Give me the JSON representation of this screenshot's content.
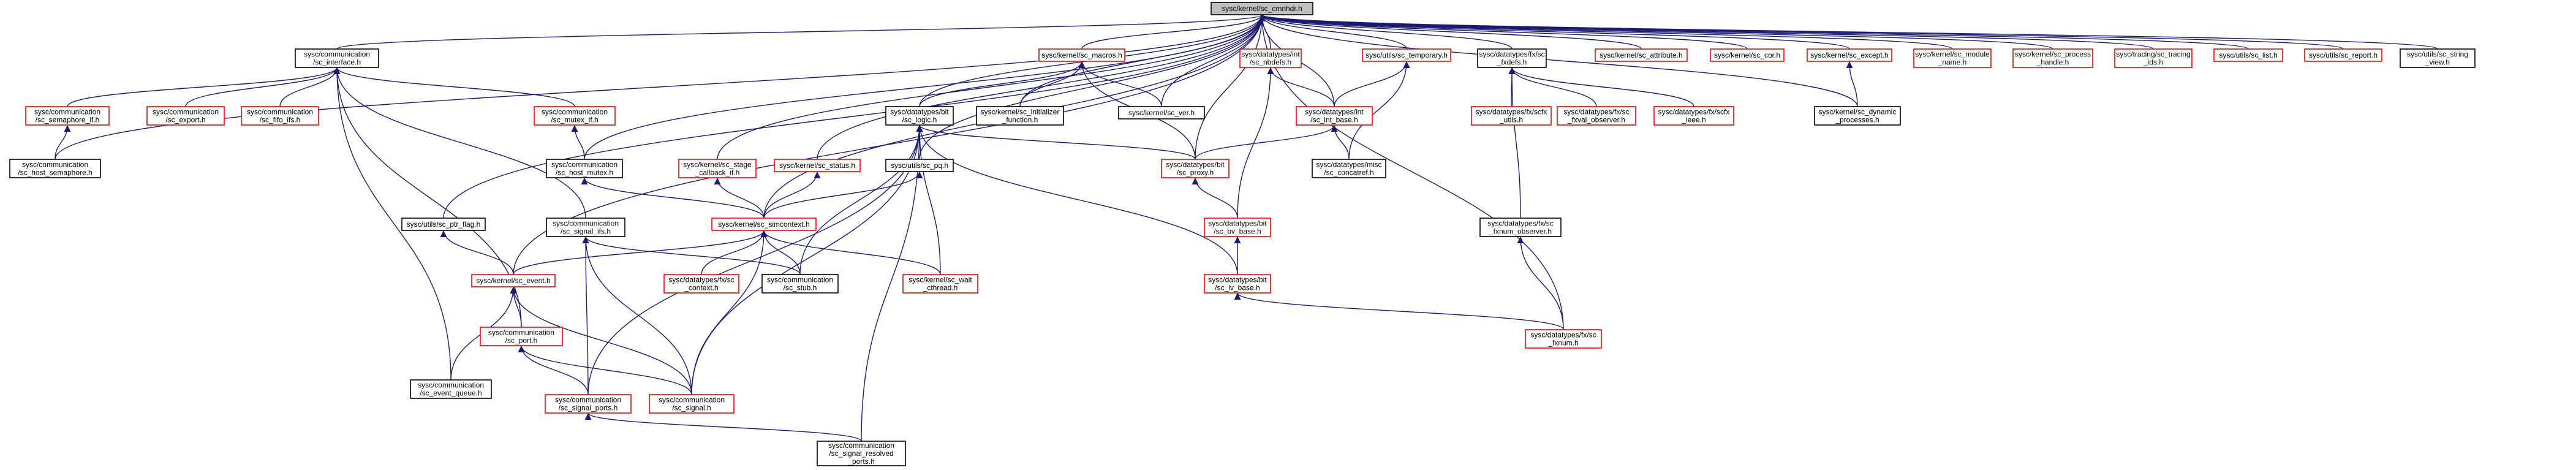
{
  "graph": {
    "root": "n_root",
    "arrow_color": "#191970",
    "border_colors": {
      "normal": "#000000",
      "missing": "#ff0000",
      "root_fill": "#bfbfbf"
    },
    "nodes": [
      {
        "id": "n_root",
        "lines": [
          "sysc/kernel/sc_cmnhdr.h"
        ],
        "style": "root"
      },
      {
        "id": "n_iface",
        "lines": [
          "sysc/communication",
          "/sc_interface.h"
        ],
        "style": "black"
      },
      {
        "id": "n_macros",
        "lines": [
          "sysc/kernel/sc_macros.h"
        ],
        "style": "red"
      },
      {
        "id": "n_nbdefs",
        "lines": [
          "sysc/datatypes/int",
          "/sc_nbdefs.h"
        ],
        "style": "red"
      },
      {
        "id": "n_temp",
        "lines": [
          "sysc/utils/sc_temporary.h"
        ],
        "style": "red"
      },
      {
        "id": "n_fxdefs",
        "lines": [
          "sysc/datatypes/fx/sc",
          "_fxdefs.h"
        ],
        "style": "black"
      },
      {
        "id": "n_attr",
        "lines": [
          "sysc/kernel/sc_attribute.h"
        ],
        "style": "red"
      },
      {
        "id": "n_cor",
        "lines": [
          "sysc/kernel/sc_cor.h"
        ],
        "style": "red"
      },
      {
        "id": "n_except",
        "lines": [
          "sysc/kernel/sc_except.h"
        ],
        "style": "red"
      },
      {
        "id": "n_modname",
        "lines": [
          "sysc/kernel/sc_module",
          "_name.h"
        ],
        "style": "red"
      },
      {
        "id": "n_prochandle",
        "lines": [
          "sysc/kernel/sc_process",
          "_handle.h"
        ],
        "style": "red"
      },
      {
        "id": "n_tracing",
        "lines": [
          "sysc/tracing/sc_tracing",
          "_ids.h"
        ],
        "style": "red"
      },
      {
        "id": "n_list",
        "lines": [
          "sysc/utils/sc_list.h"
        ],
        "style": "red"
      },
      {
        "id": "n_report",
        "lines": [
          "sysc/utils/sc_report.h"
        ],
        "style": "red"
      },
      {
        "id": "n_strview",
        "lines": [
          "sysc/utils/sc_string",
          "_view.h"
        ],
        "style": "black"
      },
      {
        "id": "n_semif",
        "lines": [
          "sysc/communication",
          "/sc_semaphore_if.h"
        ],
        "style": "red"
      },
      {
        "id": "n_export",
        "lines": [
          "sysc/communication",
          "/sc_export.h"
        ],
        "style": "red"
      },
      {
        "id": "n_fifoifs",
        "lines": [
          "sysc/communication",
          "/sc_fifo_ifs.h"
        ],
        "style": "red"
      },
      {
        "id": "n_mutexif",
        "lines": [
          "sysc/communication",
          "/sc_mutex_if.h"
        ],
        "style": "red"
      },
      {
        "id": "n_logic",
        "lines": [
          "sysc/datatypes/bit",
          "/sc_logic.h"
        ],
        "style": "black"
      },
      {
        "id": "n_initfn",
        "lines": [
          "sysc/kernel/sc_initializer",
          "_function.h"
        ],
        "style": "black"
      },
      {
        "id": "n_ver",
        "lines": [
          "sysc/kernel/sc_ver.h"
        ],
        "style": "black"
      },
      {
        "id": "n_intbase",
        "lines": [
          "sysc/datatypes/int",
          "/sc_int_base.h"
        ],
        "style": "red"
      },
      {
        "id": "n_fxutils",
        "lines": [
          "sysc/datatypes/fx/scfx",
          "_utils.h"
        ],
        "style": "red"
      },
      {
        "id": "n_fxvalobs",
        "lines": [
          "sysc/datatypes/fx/sc",
          "_fxval_observer.h"
        ],
        "style": "red"
      },
      {
        "id": "n_scfxieee",
        "lines": [
          "sysc/datatypes/fx/scfx",
          "_ieee.h"
        ],
        "style": "red"
      },
      {
        "id": "n_dynproc",
        "lines": [
          "sysc/kernel/sc_dynamic",
          "_processes.h"
        ],
        "style": "black"
      },
      {
        "id": "n_hostsem",
        "lines": [
          "sysc/communication",
          "/sc_host_semaphore.h"
        ],
        "style": "black"
      },
      {
        "id": "n_hostmutex",
        "lines": [
          "sysc/communication",
          "/sc_host_mutex.h"
        ],
        "style": "black"
      },
      {
        "id": "n_stagecb",
        "lines": [
          "sysc/kernel/sc_stage",
          "_callback_if.h"
        ],
        "style": "red"
      },
      {
        "id": "n_status",
        "lines": [
          "sysc/kernel/sc_status.h"
        ],
        "style": "red"
      },
      {
        "id": "n_pq",
        "lines": [
          "sysc/utils/sc_pq.h"
        ],
        "style": "black"
      },
      {
        "id": "n_proxy",
        "lines": [
          "sysc/datatypes/bit",
          "/sc_proxy.h"
        ],
        "style": "red"
      },
      {
        "id": "n_concatref",
        "lines": [
          "sysc/datatypes/misc",
          "/sc_concatref.h"
        ],
        "style": "black"
      },
      {
        "id": "n_ptrflag",
        "lines": [
          "sysc/utils/sc_ptr_flag.h"
        ],
        "style": "black"
      },
      {
        "id": "n_signalifs",
        "lines": [
          "sysc/communication",
          "/sc_signal_ifs.h"
        ],
        "style": "black"
      },
      {
        "id": "n_simctx",
        "lines": [
          "sysc/kernel/sc_simcontext.h"
        ],
        "style": "red"
      },
      {
        "id": "n_bvbase",
        "lines": [
          "sysc/datatypes/bit",
          "/sc_bv_base.h"
        ],
        "style": "red"
      },
      {
        "id": "n_fxnumobs",
        "lines": [
          "sysc/datatypes/fx/sc",
          "_fxnum_observer.h"
        ],
        "style": "black"
      },
      {
        "id": "n_event",
        "lines": [
          "sysc/kernel/sc_event.h"
        ],
        "style": "red"
      },
      {
        "id": "n_fxctx",
        "lines": [
          "sysc/datatypes/fx/sc",
          "_context.h"
        ],
        "style": "red"
      },
      {
        "id": "n_stub",
        "lines": [
          "sysc/communication",
          "/sc_stub.h"
        ],
        "style": "black"
      },
      {
        "id": "n_waitcth",
        "lines": [
          "sysc/kernel/sc_wait",
          "_cthread.h"
        ],
        "style": "red"
      },
      {
        "id": "n_lvbase",
        "lines": [
          "sysc/datatypes/bit",
          "/sc_lv_base.h"
        ],
        "style": "red"
      },
      {
        "id": "n_fxnum",
        "lines": [
          "sysc/datatypes/fx/sc",
          "_fxnum.h"
        ],
        "style": "red"
      },
      {
        "id": "n_port",
        "lines": [
          "sysc/communication",
          "/sc_port.h"
        ],
        "style": "red"
      },
      {
        "id": "n_evqueue",
        "lines": [
          "sysc/communication",
          "/sc_event_queue.h"
        ],
        "style": "black"
      },
      {
        "id": "n_sigports",
        "lines": [
          "sysc/communication",
          "/sc_signal_ports.h"
        ],
        "style": "red"
      },
      {
        "id": "n_signal",
        "lines": [
          "sysc/communication",
          "/sc_signal.h"
        ],
        "style": "red"
      },
      {
        "id": "n_sigresolved",
        "lines": [
          "sysc/communication",
          "/sc_signal_resolved",
          "_ports.h"
        ],
        "style": "black"
      }
    ],
    "edges": [
      [
        "n_iface",
        "n_root"
      ],
      [
        "n_macros",
        "n_root"
      ],
      [
        "n_nbdefs",
        "n_root"
      ],
      [
        "n_temp",
        "n_root"
      ],
      [
        "n_fxdefs",
        "n_root"
      ],
      [
        "n_attr",
        "n_root"
      ],
      [
        "n_cor",
        "n_root"
      ],
      [
        "n_except",
        "n_root"
      ],
      [
        "n_modname",
        "n_root"
      ],
      [
        "n_prochandle",
        "n_root"
      ],
      [
        "n_tracing",
        "n_root"
      ],
      [
        "n_list",
        "n_root"
      ],
      [
        "n_report",
        "n_root"
      ],
      [
        "n_strview",
        "n_root"
      ],
      [
        "n_hostsem",
        "n_root"
      ],
      [
        "n_hostmutex",
        "n_root"
      ],
      [
        "n_ptrflag",
        "n_root"
      ],
      [
        "n_logic",
        "n_root"
      ],
      [
        "n_initfn",
        "n_root"
      ],
      [
        "n_ver",
        "n_root"
      ],
      [
        "n_intbase",
        "n_root"
      ],
      [
        "n_proxy",
        "n_root"
      ],
      [
        "n_pq",
        "n_root"
      ],
      [
        "n_status",
        "n_root"
      ],
      [
        "n_stagecb",
        "n_root"
      ],
      [
        "n_simctx",
        "n_root"
      ],
      [
        "n_event",
        "n_root"
      ],
      [
        "n_fxnum",
        "n_root"
      ],
      [
        "n_dynproc",
        "n_root"
      ],
      [
        "n_semif",
        "n_iface"
      ],
      [
        "n_export",
        "n_iface"
      ],
      [
        "n_fifoifs",
        "n_iface"
      ],
      [
        "n_mutexif",
        "n_iface"
      ],
      [
        "n_signalifs",
        "n_iface"
      ],
      [
        "n_port",
        "n_iface"
      ],
      [
        "n_evqueue",
        "n_iface"
      ],
      [
        "n_hostsem",
        "n_semif"
      ],
      [
        "n_hostmutex",
        "n_mutexif"
      ],
      [
        "n_logic",
        "n_macros"
      ],
      [
        "n_initfn",
        "n_macros"
      ],
      [
        "n_ver",
        "n_macros"
      ],
      [
        "n_proxy",
        "n_macros"
      ],
      [
        "n_intbase",
        "n_nbdefs"
      ],
      [
        "n_bvbase",
        "n_nbdefs"
      ],
      [
        "n_proxy",
        "n_intbase"
      ],
      [
        "n_concatref",
        "n_intbase"
      ],
      [
        "n_intbase",
        "n_temp"
      ],
      [
        "n_concatref",
        "n_temp"
      ],
      [
        "n_fxutils",
        "n_fxdefs"
      ],
      [
        "n_fxvalobs",
        "n_fxdefs"
      ],
      [
        "n_scfxieee",
        "n_fxdefs"
      ],
      [
        "n_fxnumobs",
        "n_fxdefs"
      ],
      [
        "n_fxnum",
        "n_fxnumobs"
      ],
      [
        "n_dynproc",
        "n_except"
      ],
      [
        "n_proxy",
        "n_logic"
      ],
      [
        "n_bvbase",
        "n_proxy"
      ],
      [
        "n_lvbase",
        "n_bvbase"
      ],
      [
        "n_fxnum",
        "n_lvbase"
      ],
      [
        "n_lvbase",
        "n_logic"
      ],
      [
        "n_sigports",
        "n_logic"
      ],
      [
        "n_signal",
        "n_logic"
      ],
      [
        "n_sigresolved",
        "n_logic"
      ],
      [
        "n_stub",
        "n_logic"
      ],
      [
        "n_waitcth",
        "n_logic"
      ],
      [
        "n_simctx",
        "n_hostmutex"
      ],
      [
        "n_simctx",
        "n_stagecb"
      ],
      [
        "n_simctx",
        "n_status"
      ],
      [
        "n_simctx",
        "n_pq"
      ],
      [
        "n_event",
        "n_simctx"
      ],
      [
        "n_fxctx",
        "n_simctx"
      ],
      [
        "n_stub",
        "n_simctx"
      ],
      [
        "n_waitcth",
        "n_simctx"
      ],
      [
        "n_signal",
        "n_simctx"
      ],
      [
        "n_event",
        "n_ptrflag"
      ],
      [
        "n_stub",
        "n_signalifs"
      ],
      [
        "n_sigports",
        "n_signalifs"
      ],
      [
        "n_signal",
        "n_signalifs"
      ],
      [
        "n_port",
        "n_event"
      ],
      [
        "n_evqueue",
        "n_event"
      ],
      [
        "n_signal",
        "n_event"
      ],
      [
        "n_sigports",
        "n_port"
      ],
      [
        "n_signal",
        "n_port"
      ],
      [
        "n_sigresolved",
        "n_sigports"
      ]
    ]
  }
}
